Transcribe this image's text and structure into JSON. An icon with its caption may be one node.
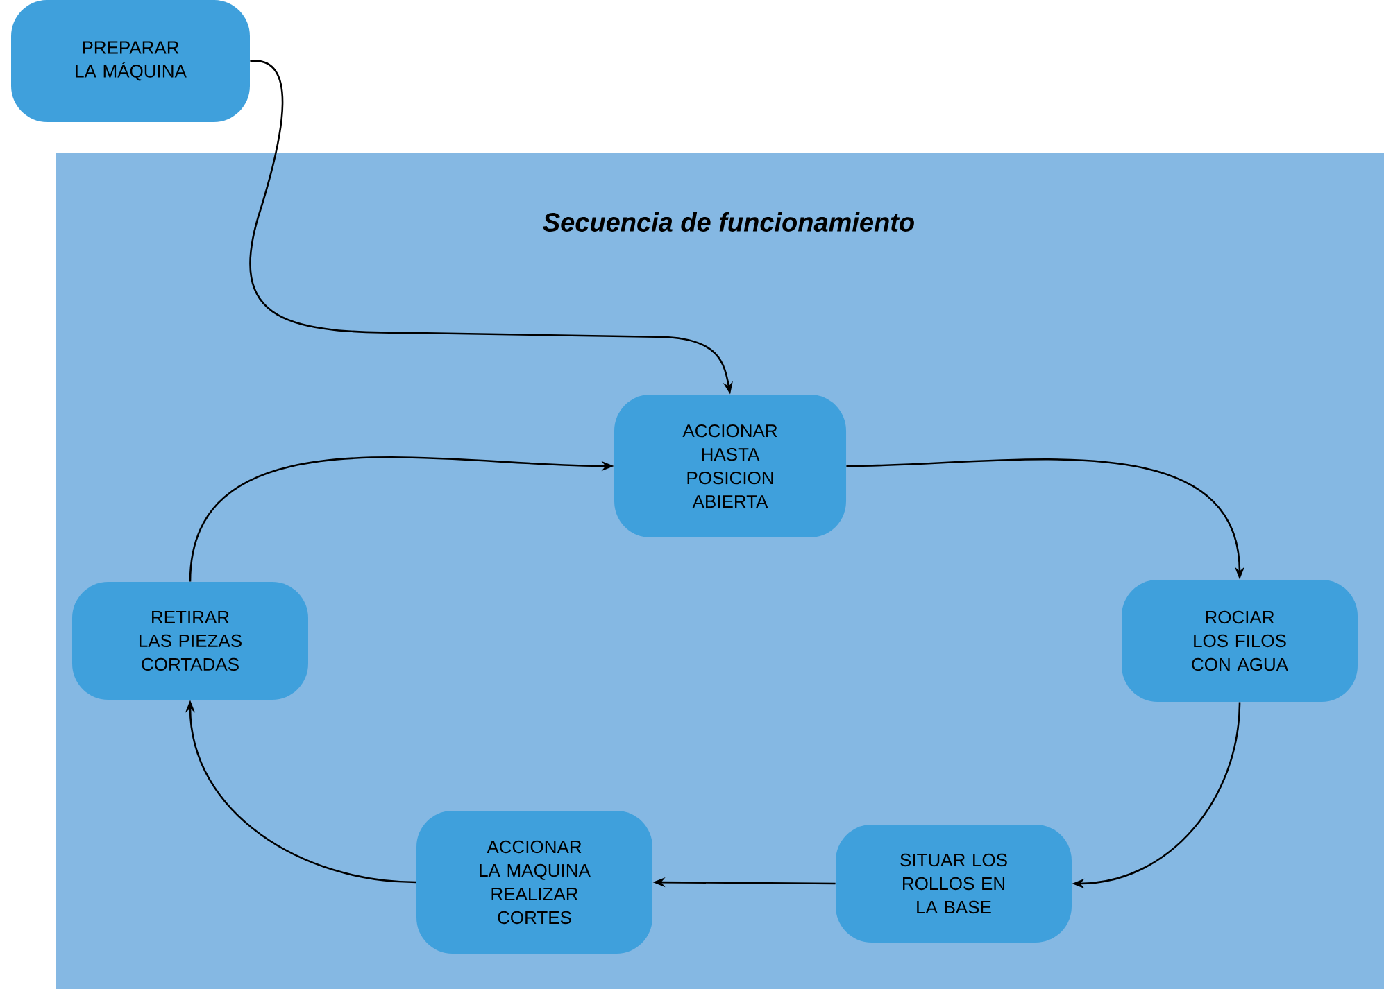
{
  "diagram": {
    "nodes": [
      {
        "text": [
          "PREPARAR LA MÁQUINA"
        ]
      },
      {
        "text": [
          "Secuencia de funcionamiento"
        ]
      },
      {
        "text": [
          "ACCIONAR HASTA POSICION ABIERTA"
        ],
        "in": 1
      },
      {
        "text": [
          "ROCIAR LOS FILOS CON AGUA"
        ],
        "in": 1
      },
      {
        "text": [
          "SITUAR LOS ROLLOS EN LA BASE"
        ],
        "in": 1
      },
      {
        "text": [
          "ACCIONAR LA MAQUINA REALIZAR CORTES"
        ],
        "in": 1
      },
      {
        "text": [
          "RETIRAR LAS PIEZAS CORTADAS"
        ],
        "in": 1
      }
    ],
    "edges": [
      {
        "from": 0,
        "to": 2,
        "arrow": "to"
      },
      {
        "from": 2,
        "to": 3,
        "arrow": "to"
      },
      {
        "from": 3,
        "to": 4,
        "arrow": "to"
      },
      {
        "from": 4,
        "to": 5,
        "arrow": "to"
      },
      {
        "from": 5,
        "to": 6,
        "arrow": "to"
      },
      {
        "from": 6,
        "to": 2,
        "arrow": "to"
      }
    ]
  }
}
